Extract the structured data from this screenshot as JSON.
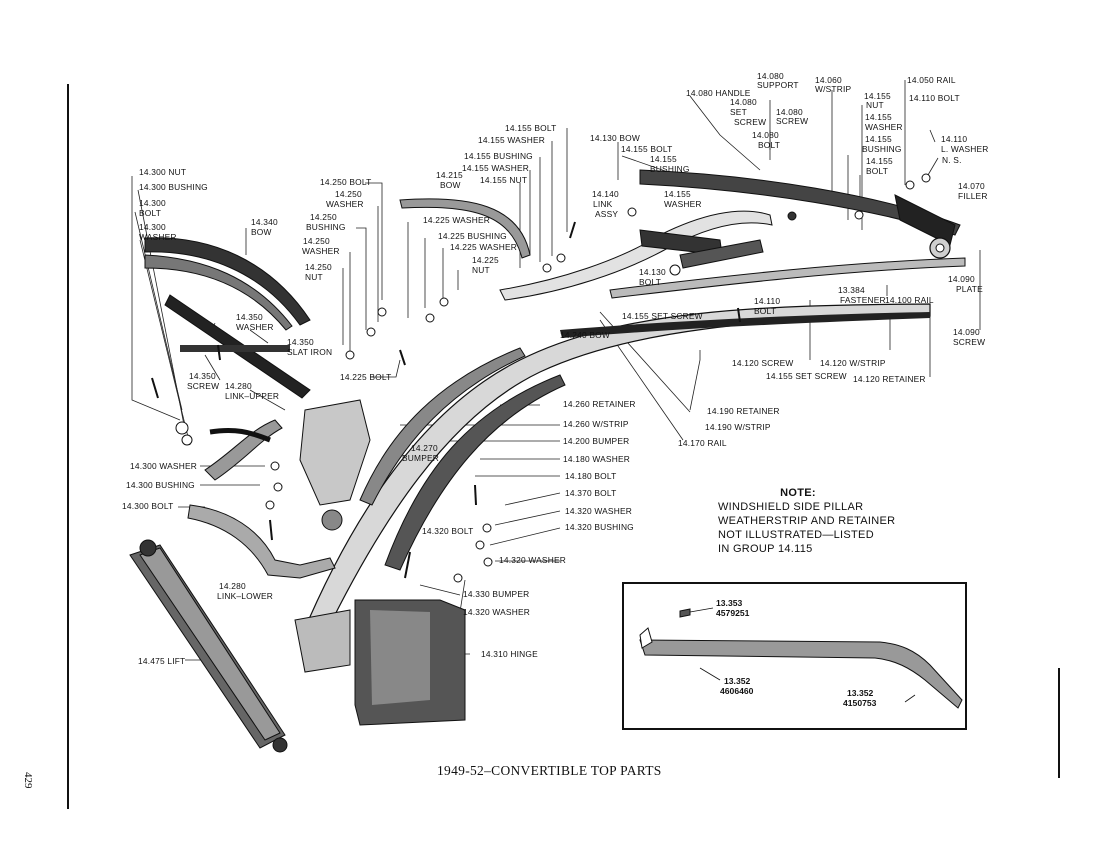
{
  "caption": "1949-52–CONVERTIBLE TOP PARTS",
  "page_number": "429",
  "note": {
    "heading": "NOTE:",
    "lines": [
      "WINDSHIELD SIDE PILLAR",
      "WEATHERSTRIP AND RETAINER",
      "NOT ILLUSTRATED—LISTED",
      "IN GROUP 14.115"
    ]
  },
  "inset": {
    "part1_num": "13.353",
    "part1_code": "4579251",
    "part2_num": "13.352",
    "part2_code": "4606460",
    "part3_num": "13.352",
    "part3_code": "4150753"
  },
  "labels": {
    "l01": "14.080",
    "l02": "SUPPORT",
    "l03": "14.060",
    "l04": "W/STRIP",
    "l05": "14.050 RAIL",
    "l06": "14.080 HANDLE",
    "l07": "14.080",
    "l08": "SET",
    "l09": "SCREW",
    "l10": "14.080",
    "l11": "SCREW",
    "l12": "14.155",
    "l13": "NUT",
    "l14": "14.110 BOLT",
    "l15": "14.155",
    "l16": "WASHER",
    "l17": "14.080",
    "l18": "BOLT",
    "l19": "14.155",
    "l20": "BUSHING",
    "l21": "14.110",
    "l22": "L. WASHER",
    "l23": "N. S.",
    "l24": "14.155",
    "l25": "BOLT",
    "l26": "14.070",
    "l27": "FILLER",
    "l28": "14.155 BOLT",
    "l29": "14.155 WASHER",
    "l30": "14.130 BOW",
    "l31": "14.155 BUSHING",
    "l32": "14.155 BOLT",
    "l33": "14.155 WASHER",
    "l34": "14.155",
    "l35": "BUSHING",
    "l36": "14.215",
    "l37": "BOW",
    "l38": "14.155 NUT",
    "l39": "14.140",
    "l40": "LINK",
    "l41": "ASSY",
    "l42": "14.155",
    "l43": "WASHER",
    "l44": "14.300 NUT",
    "l45": "14.300 BUSHING",
    "l46": "14.300",
    "l47": "BOLT",
    "l48": "14.300",
    "l49": "WASHER",
    "l50": "14.250 BOLT",
    "l51": "14.250",
    "l52": "WASHER",
    "l53": "14.340",
    "l54": "BOW",
    "l55": "14.250",
    "l56": "BUSHING",
    "l57": "14.225 WASHER",
    "l58": "14.225 BUSHING",
    "l59": "14.225 WASHER",
    "l60": "14.250",
    "l61": "WASHER",
    "l62": "14.225",
    "l63": "NUT",
    "l64": "14.250",
    "l65": "NUT",
    "l66": "14.130",
    "l67": "BOLT",
    "l68": "14.090",
    "l69": "PLATE",
    "l70": "13.384",
    "l71": "FASTENER",
    "l72": "14.100 RAIL",
    "l73": "14.110",
    "l74": "BOLT",
    "l75": "14.155 SET SCREW",
    "l76": "14.090",
    "l77": "SCREW",
    "l78": "14.350",
    "l79": "WASHER",
    "l80": "14.350",
    "l81": "SLAT IRON",
    "l82": "14.240 BOW",
    "l83": "14.350",
    "l84": "SCREW",
    "l85": "14.280",
    "l86": "LINK–UPPER",
    "l87": "14.225 BOLT",
    "l88": "14.120 SCREW",
    "l89": "14.120 W/STRIP",
    "l90": "14.155 SET SCREW",
    "l91": "14.120 RETAINER",
    "l92": "14.260 RETAINER",
    "l93": "14.190 RETAINER",
    "l94": "14.260 W/STRIP",
    "l95": "14.190 W/STRIP",
    "l96": "14.270",
    "l97": "BUMPER",
    "l98": "14.200 BUMPER",
    "l99": "14.170 RAIL",
    "l100": "14.300 WASHER",
    "l101": "14.180 WASHER",
    "l102": "14.300 BUSHING",
    "l103": "14.180 BOLT",
    "l104": "14.300 BOLT",
    "l105": "14.370 BOLT",
    "l106": "14.320 WASHER",
    "l107": "14.320 BUSHING",
    "l108": "14.320 BOLT",
    "l109": "14.320 WASHER",
    "l110": "14.280",
    "l111": "LINK–LOWER",
    "l112": "14.330 BUMPER",
    "l113": "14.320 WASHER",
    "l114": "14.310 HINGE",
    "l115": "14.475 LIFT"
  }
}
